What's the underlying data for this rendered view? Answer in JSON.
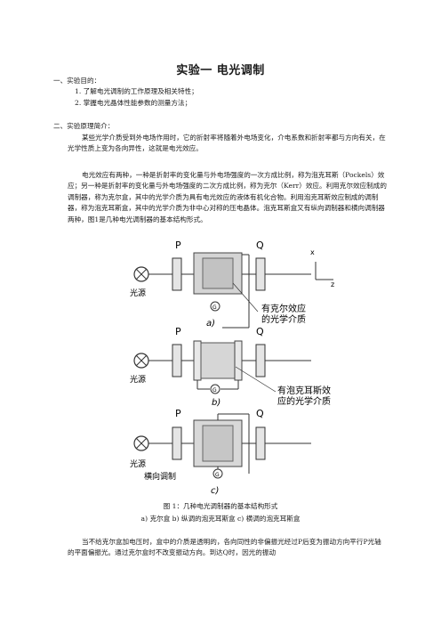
{
  "title": "实验一   电光调制",
  "section1": {
    "heading": "一、实验目的：",
    "items": [
      "1.  了解电光调制的工作原理及相关特性；",
      "2.  掌握电光晶体性能参数的测量方法；"
    ]
  },
  "section2": {
    "heading": "二、实验原理简介：",
    "para1": "某些光学介质受到外电场作用时，它的折射率将随着外电场变化，介电系数和折射率都与方向有关，在光学性质上变为各向异性，这就是电光效应。",
    "para2": "电光效应有两种，一种是折射率的变化量与外电场强度的一次方成比例，称为泡克耳斯（Pockels）效应；另一种是折射率的变化量与外电场强度的二次方成比例，称为克尔（Kerr）效应。利用克尔效应制成的调制器，称为克尔盒，其中的光学介质为具有电光效应的液体有机化合物。利用泡克耳斯效应制成的调制器，称为泡克耳斯盒，其中的光学介质为非中心对称的压电晶体。泡克耳斯盒又有纵向调制器和横向调制器两种，图1是几种电光调制器的基本结构形式。"
  },
  "figure": {
    "P": "P",
    "Q": "Q",
    "G": "G",
    "light_source": "光源",
    "axis_x": "x",
    "axis_z": "z",
    "label_a": "a)",
    "label_b": "b)",
    "label_c": "c)",
    "kerr_line1": "有克尔效应",
    "kerr_line2": "的光学介质",
    "pockels_line1": "有泡克耳斯效",
    "pockels_line2": "应的光学介质",
    "transverse": "横向调制",
    "caption1": "图 1：几种电光调制器的基本结构形式",
    "caption2": "a) 克尔盒   b) 纵调的泡克耳斯盒   c) 横调的泡克耳斯盒"
  },
  "para3": "当不给克尔盒加电压时，盒中的介质是透明的，各向同性的非偏振光经过P后变为振动方向平行P光轴的平面偏振光。通过克尔盒时不改变振动方向。到达Q时，因光的振动"
}
